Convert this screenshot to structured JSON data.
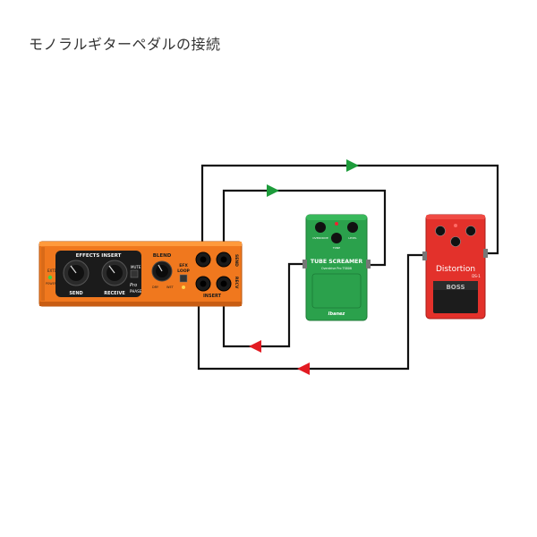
{
  "title": "モノラルギターペダルの接続",
  "interface": {
    "section_label": "EFFECTS INSERT",
    "blend_label": "BLEND",
    "knob1_label": "SEND",
    "knob2_label": "RECEIVE",
    "mute_label": "MUTE",
    "phase_label": "PHASE",
    "loop_label_1": "EFX",
    "loop_label_2": "LOOP",
    "dry_label": "DRY",
    "wet_label": "WET",
    "insert_label": "INSERT",
    "send_label": "SEND",
    "recv_label": "RECV",
    "left_label": "EXTD",
    "power_label": "POWER",
    "brand_label": "Pro"
  },
  "pedal1": {
    "name": "TUBE SCREAMER",
    "subtitle": "Overdrive Pro  TS808",
    "brand": "Ibanez",
    "knob_left": "OVERDRIVE",
    "knob_right": "LEVEL",
    "knob_center": "TONE"
  },
  "pedal2": {
    "name": "Distortion",
    "model": "DS-1",
    "brand": "BOSS"
  },
  "colors": {
    "interface_orange": "#f0781e",
    "screamer_green": "#2ba14c",
    "boss_red": "#e3312b",
    "arrow_green": "#1d9c3b",
    "arrow_red": "#e21b22",
    "cable": "#111111"
  }
}
